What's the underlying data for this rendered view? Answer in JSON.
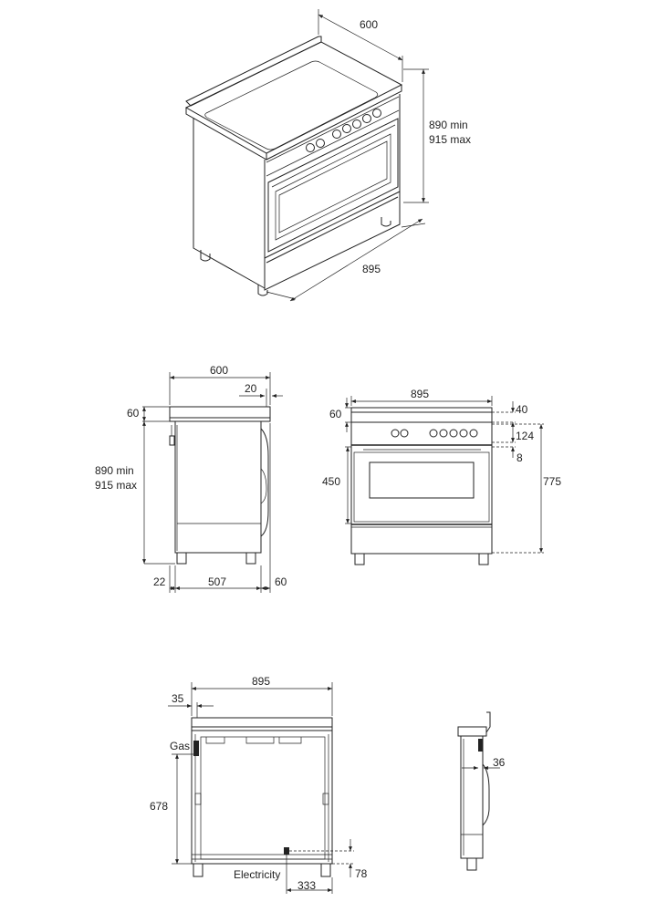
{
  "views": {
    "perspective": {
      "depth": "600",
      "height_min": "890 min",
      "height_max": "915 max",
      "width": "895"
    },
    "side": {
      "depth": "600",
      "top_offset": "20",
      "top_height": "60",
      "height_min": "890 min",
      "height_max": "915 max",
      "back_offset": "22",
      "base_depth": "507",
      "front_offset": "60"
    },
    "front": {
      "width": "895",
      "top_height": "60",
      "panel_height": "40",
      "panel_to_oven": "124",
      "gap": "8",
      "oven_height": "450",
      "base_height": "775"
    },
    "rear": {
      "width": "895",
      "left_offset": "35",
      "gas_label": "Gas",
      "gas_height": "678",
      "electricity_label": "Electricity",
      "elec_offset": "333",
      "elec_height": "78"
    },
    "side_detail": {
      "depth": "36"
    }
  }
}
